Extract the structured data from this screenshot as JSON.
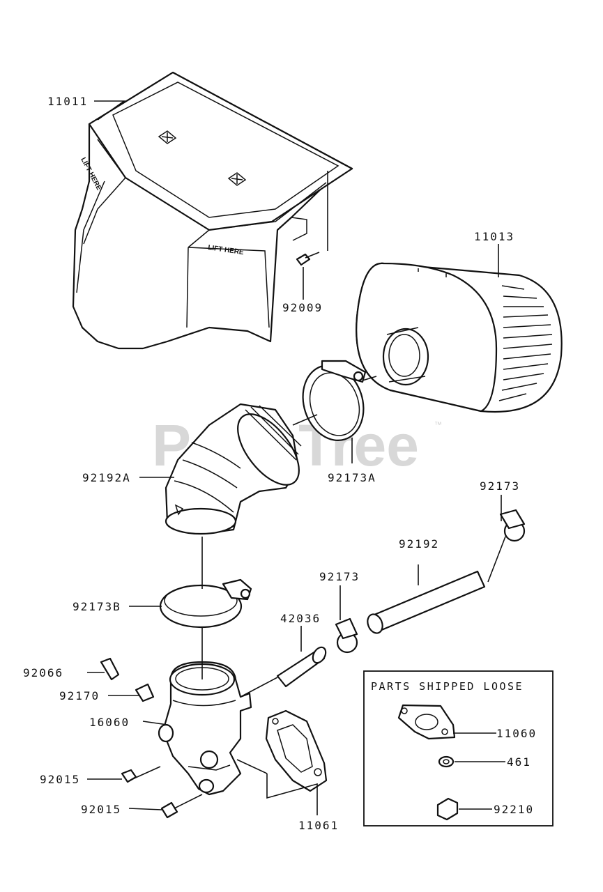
{
  "watermark": {
    "text": "PartsTree",
    "trademark": "™"
  },
  "loose_box": {
    "title": "PARTS SHIPPED LOOSE"
  },
  "callouts": {
    "air_cleaner_case": "11011",
    "air_filter_element": "11013",
    "case_screw": "92009",
    "elbow_duct": "92192A",
    "clamp_a": "92173A",
    "hose_clamp_right": "92173",
    "breather_hose": "92192",
    "hose_clamp_mid": "92173",
    "clamp_b": "92173B",
    "pipe_fitting": "42036",
    "plug_cap": "92066",
    "small_clip": "92170",
    "inlet_manifold": "16060",
    "nut_upper": "92015",
    "nut_lower": "92015",
    "gasket_manifold": "11061",
    "loose_gasket": "11060",
    "loose_washer": "461",
    "loose_nut": "92210"
  },
  "case_stamps": {
    "side": "LIFT HERE",
    "front": "LIFT HERE"
  }
}
